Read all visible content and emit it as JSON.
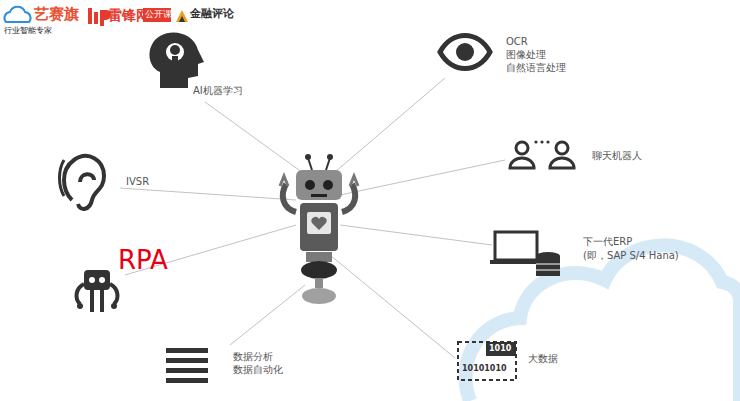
{
  "diagram": {
    "labels": [
      "艺赛旗",
      "行业智能专家",
      "雷锋网",
      "公开课",
      "金融评论",
      "AI机器学习",
      "OCR",
      "图像处理",
      "自然语言处理",
      "聊天机器人",
      "IVSR",
      "RPA",
      "下一代ERP",
      "(即，SAP S/4 Hana)",
      "数据分析",
      "数据自动化",
      "1010",
      "10101010",
      "大数据"
    ]
  }
}
